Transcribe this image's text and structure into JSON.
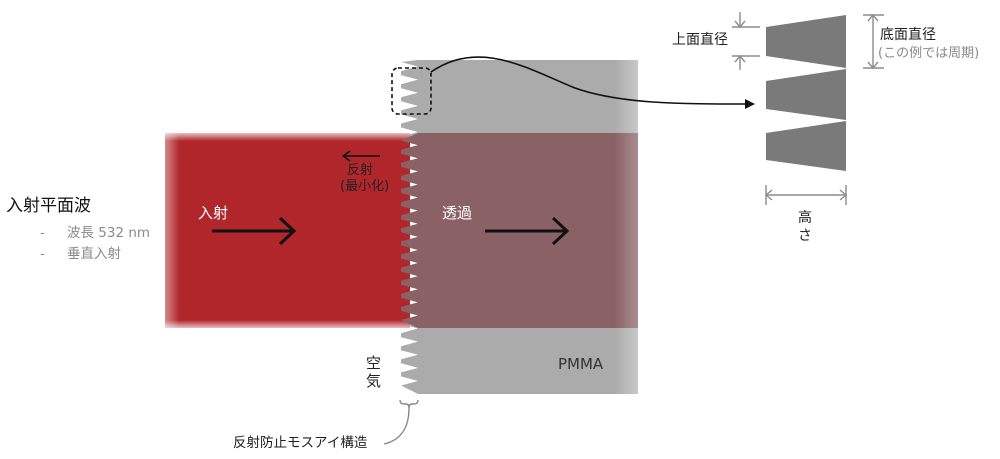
{
  "colors": {
    "beam": "#b0262b",
    "pmma": "#ababab",
    "overlap": "#8a6266",
    "cone": "#7a7a7a",
    "dim_line": "#8c8c8c",
    "text_gray": "#8a8a8a"
  },
  "labels": {
    "incident_wave": "入射平面波",
    "wave_props": [
      "波長 532 nm",
      "垂直入射"
    ],
    "bullet": "-",
    "incident": "入射",
    "transmitted": "透過",
    "reflected_line1": "反射",
    "reflected_line2": "(最小化)",
    "air": "空気",
    "pmma": "PMMA",
    "moth_eye": "反射防止モスアイ構造"
  },
  "detail": {
    "top_diameter": "上面直径",
    "bottom_diameter": "底面直径",
    "bottom_note": "(この例では周期)",
    "height": "高さ"
  }
}
